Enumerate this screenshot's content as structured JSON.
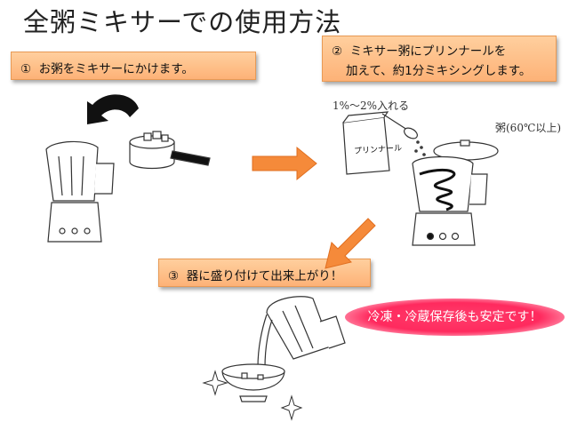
{
  "title": "全粥ミキサーでの使用方法",
  "steps": [
    {
      "number": "①",
      "lines": [
        "お粥をミキサーにかけます。"
      ]
    },
    {
      "number": "②",
      "lines": [
        "ミキサー粥にプリンナールを",
        "加えて、約1分ミキシングします。"
      ]
    },
    {
      "number": "③",
      "lines": [
        "器に盛り付けて出来上がり！"
      ]
    }
  ],
  "notes": {
    "dose": "1%～2%入れる",
    "porridge": "粥(60℃以上)",
    "package_label": "プリンナール"
  },
  "badge": "冷凍・冷蔵保存後も安定です！",
  "colors": {
    "step_fill": "#fdb277",
    "arrow": "#f58a3a",
    "badge": "#ff2a5e"
  }
}
